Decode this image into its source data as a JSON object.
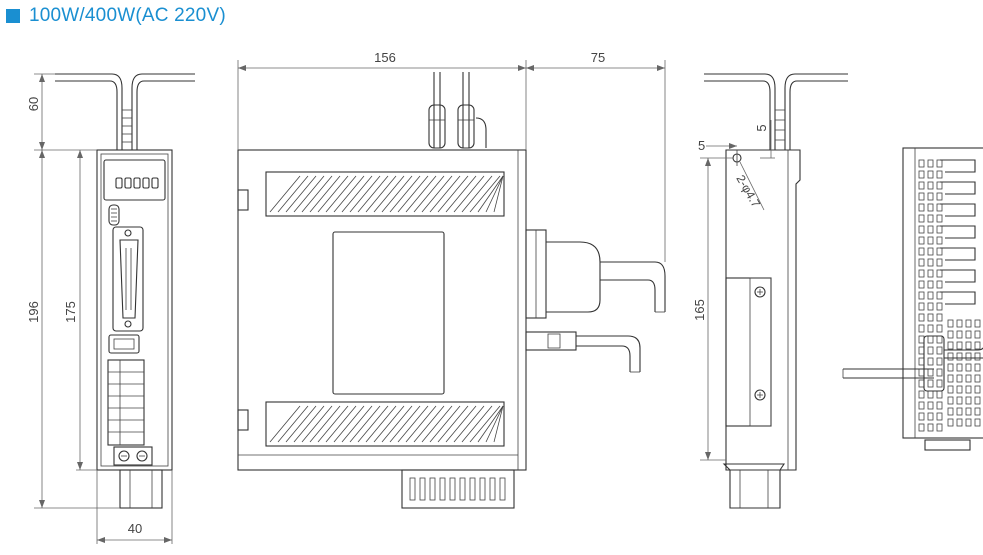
{
  "header": {
    "title": "100W/400W(AC 220V)",
    "accent_color": "#1a8fd1",
    "bullet_icon": "blue-square-icon"
  },
  "dimensions": {
    "front_height_total": "196",
    "front_height_body": "175",
    "front_cable_height": "60",
    "front_width": "40",
    "side_depth": "156",
    "side_connector_depth": "75",
    "mount_height": "165",
    "mount_offset_x": "5",
    "mount_offset_y": "5",
    "mount_hole_note": "2-φ4.7"
  },
  "colors": {
    "line": "#333333",
    "dimension": "#666666",
    "background": "#ffffff"
  }
}
